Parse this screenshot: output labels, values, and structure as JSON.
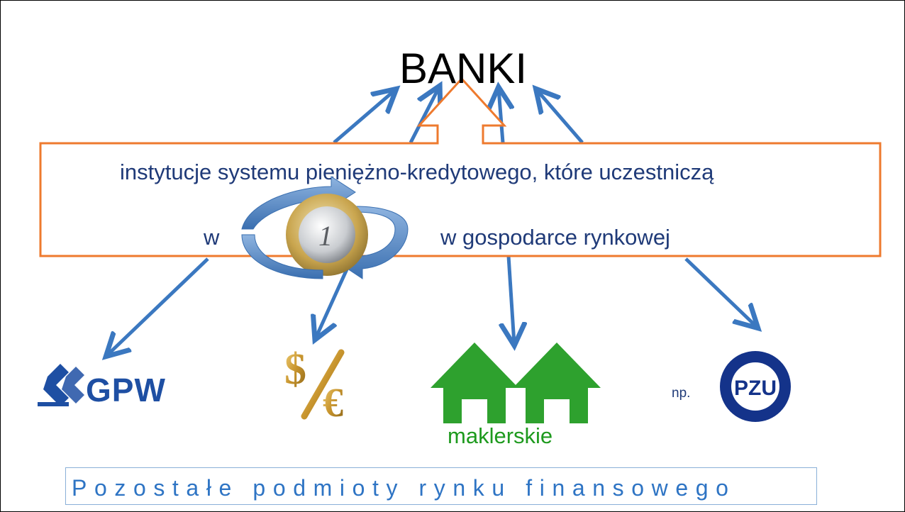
{
  "title": "BANKI",
  "definition": {
    "line1": "instytucje systemu pieniężno-kredytowego, które uczestniczą",
    "line2_left": "w",
    "line2_right": "w gospodarce rynkowej"
  },
  "entities": {
    "gpw_label": "GPW",
    "brokerage_label": "maklerskie",
    "insurance_prefix": "np.",
    "insurance_logo_text": "PZU",
    "currency_symbol_dollar": "$",
    "currency_symbol_euro": "€"
  },
  "footer": "Pozostałe podmioty rynku finansowego",
  "colors": {
    "arrow": "#3b78c0",
    "frame": "#ee7a2e",
    "text": "#1f3a78",
    "house": "#2ea12e",
    "footer_text": "#2e74c4"
  },
  "icons": [
    "coin-icon",
    "circular-arrows-icon",
    "gpw-logo-icon",
    "currency-exchange-icon",
    "houses-icon",
    "pzu-logo-icon"
  ]
}
